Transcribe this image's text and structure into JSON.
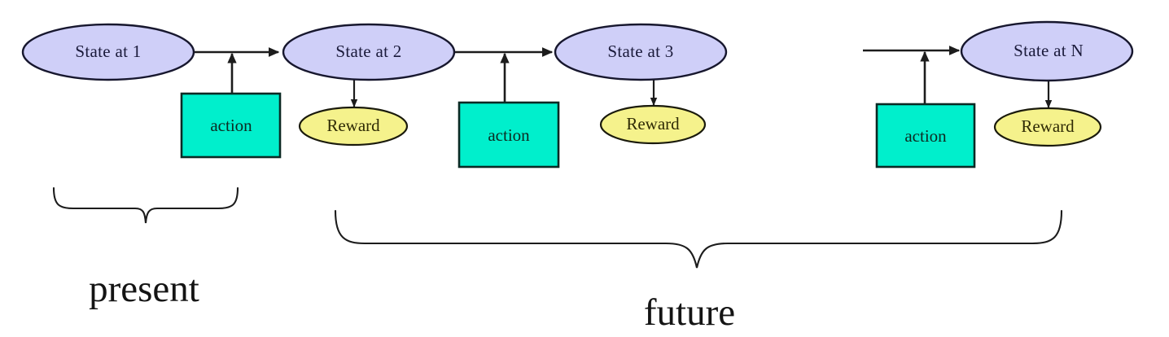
{
  "diagram": {
    "title": "Markov decision process timeline",
    "background_color": "#ffffff",
    "colors": {
      "state_fill": "#cfcff8",
      "state_stroke": "#17172e",
      "action_fill": "#00efcc",
      "action_stroke": "#0a2a24",
      "reward_fill": "#f5f28c",
      "reward_stroke": "#1a1a0c",
      "edge": "#1c1c1c",
      "label_text": "#141414"
    },
    "states": [
      {
        "id": "state-1",
        "label": "State at  1"
      },
      {
        "id": "state-2",
        "label": "State at 2"
      },
      {
        "id": "state-3",
        "label": "State at 3"
      },
      {
        "id": "state-n",
        "label": "State at N"
      }
    ],
    "actions": [
      {
        "id": "action-1",
        "label": "action"
      },
      {
        "id": "action-2",
        "label": "action"
      },
      {
        "id": "action-3",
        "label": "action"
      }
    ],
    "rewards": [
      {
        "id": "reward-1",
        "label": "Reward"
      },
      {
        "id": "reward-2",
        "label": "Reward"
      },
      {
        "id": "reward-3",
        "label": "Reward"
      }
    ],
    "brackets": [
      {
        "id": "bracket-present",
        "label": "present"
      },
      {
        "id": "bracket-future",
        "label": "future"
      }
    ]
  }
}
